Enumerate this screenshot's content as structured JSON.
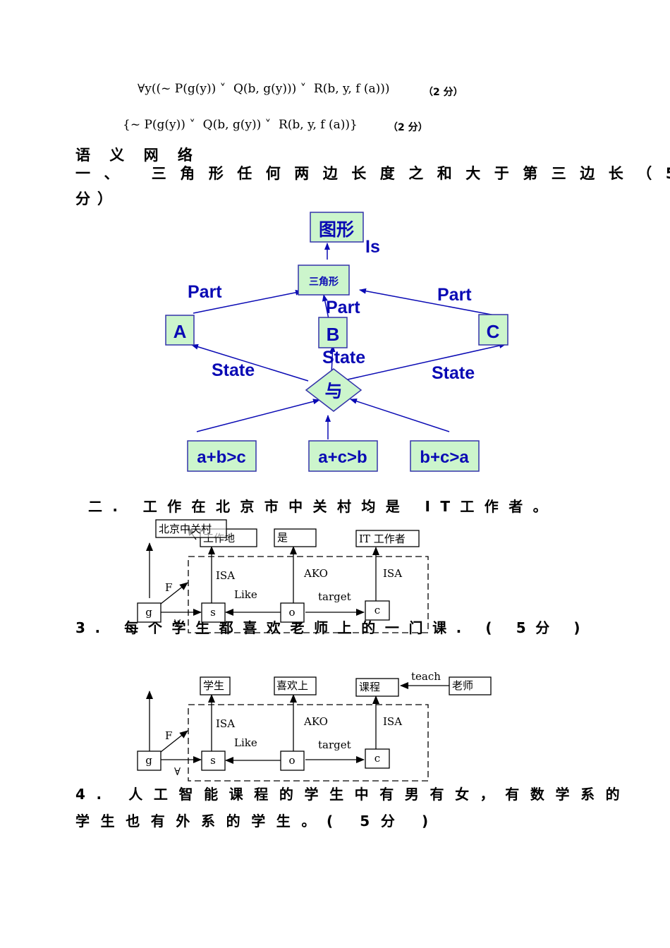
{
  "formulas": [
    {
      "text": "∀y((~ P(g(y)) ˅  Q(b, g(y))) ˅  R(b, y, f (a)))",
      "score": "（2 分）"
    },
    {
      "text": "{~ P(g(y)) ˅  Q(b, g(y)) ˅  R(b, y, f (a))}",
      "score": "（2 分）"
    }
  ],
  "section_title": "语 义 网 络",
  "q1": {
    "line1": "一、  三角形任何两边长度之和大于第三边长（5",
    "line2": "分）"
  },
  "diagram1": {
    "nodes": {
      "figure": "图形",
      "triangle": "三角形",
      "a": "A",
      "b": "B",
      "c": "C",
      "and": "与",
      "cond1": "a+b>c",
      "cond2": "a+c>b",
      "cond3": "b+c>a"
    },
    "labels": {
      "is": "Is",
      "part_a": "Part",
      "part_b": "Part",
      "part_c": "Part",
      "state_a": "State",
      "state_b": "State",
      "state_c": "State"
    }
  },
  "q2": {
    "text": "二. 工作在北京市中关村均是 IT工作者。"
  },
  "diagram2": {
    "nodes": {
      "place": "北京中关村",
      "workplace": "工作地",
      "is": "是",
      "it_worker": "IT 工作者",
      "g": "g",
      "s": "s",
      "o": "o",
      "c": "c"
    },
    "labels": {
      "f": "F",
      "isa1": "ISA",
      "like": "Like",
      "ako": "AKO",
      "target": "target",
      "isa2": "ISA",
      "forall": "∀"
    }
  },
  "q3": {
    "text": "3. 每个学生都喜欢老师上的一门课.  ( 5分 )"
  },
  "diagram3": {
    "nodes": {
      "student": "学生",
      "likes_attend": "喜欢上",
      "course": "课程",
      "teacher": "老师",
      "g": "g",
      "s": "s",
      "o": "o",
      "c": "c"
    },
    "labels": {
      "teach": "teach",
      "f": "F",
      "isa1": "ISA",
      "like": "Like",
      "ako": "AKO",
      "target": "target",
      "isa2": "ISA",
      "forall": "∀"
    }
  },
  "q4": {
    "line1": "4. 人工智能课程的学生中有男有女，有数学系的",
    "line2": "学生也有外系的学生。( 5分 )"
  }
}
